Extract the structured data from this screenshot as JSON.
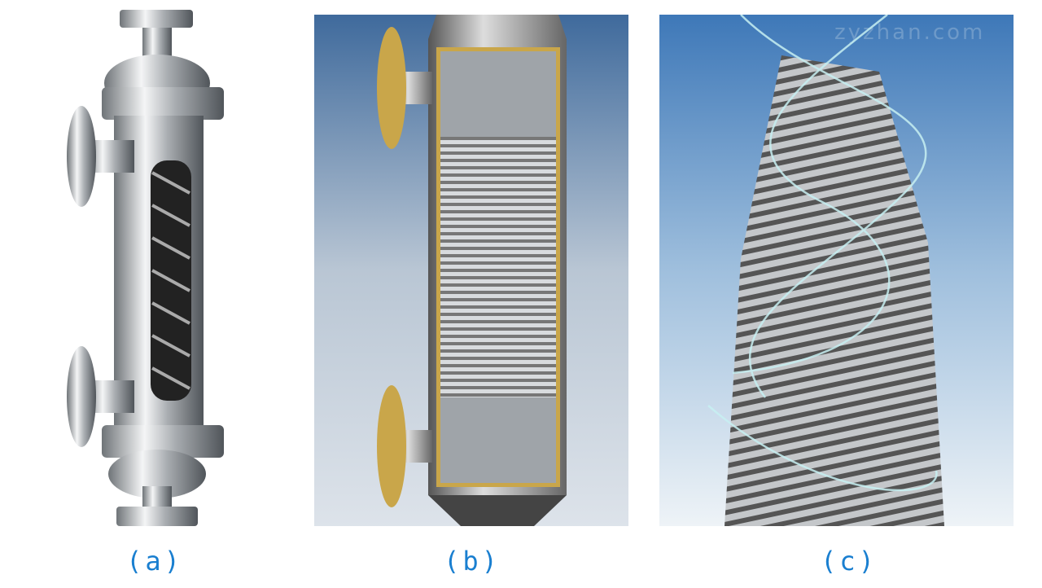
{
  "figure": {
    "panels": [
      {
        "caption": "(a)"
      },
      {
        "caption": "(b)"
      },
      {
        "caption": "(c)",
        "watermark": "zyzhan.com"
      }
    ],
    "colors": {
      "caption": "#1a7fd0"
    }
  }
}
